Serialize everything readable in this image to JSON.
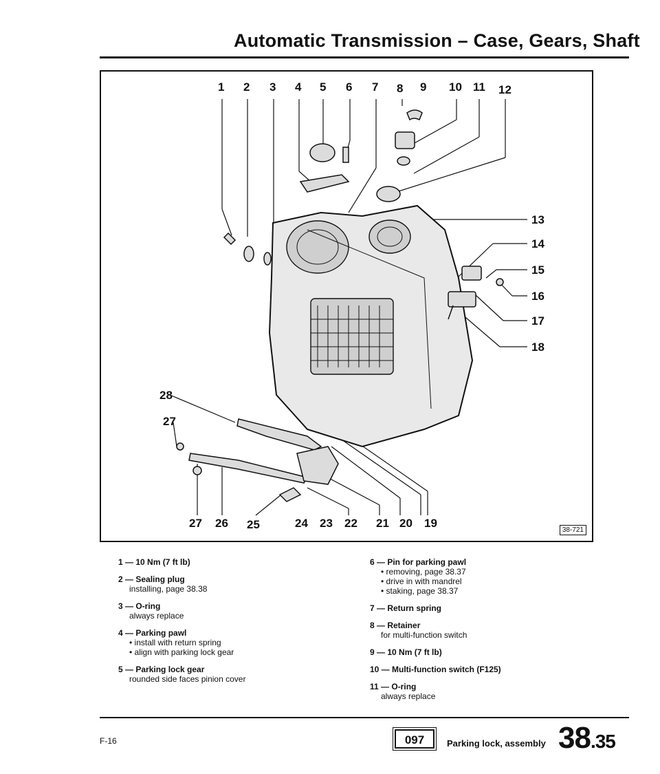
{
  "header": {
    "title": "Automatic Transmission – Case, Gears, Shaft"
  },
  "figure": {
    "figure_id": "38-721",
    "callouts": [
      "1",
      "2",
      "3",
      "4",
      "5",
      "6",
      "7",
      "8",
      "9",
      "10",
      "11",
      "12",
      "13",
      "14",
      "15",
      "16",
      "17",
      "18",
      "19",
      "20",
      "21",
      "22",
      "23",
      "24",
      "25",
      "26",
      "27",
      "27",
      "28"
    ]
  },
  "legend": {
    "left": [
      {
        "head": "1 — 10 Nm (7 ft lb)",
        "lines": []
      },
      {
        "head": "2 — Sealing plug",
        "lines": [
          "installing, page 38.38"
        ]
      },
      {
        "head": "3 — O-ring",
        "lines": [
          "always replace"
        ]
      },
      {
        "head": "4 — Parking pawl",
        "lines": [
          "install with return spring",
          "align with parking lock gear"
        ],
        "bullets": true
      },
      {
        "head": "5 — Parking lock gear",
        "lines": [
          "rounded side faces pinion cover"
        ]
      }
    ],
    "right": [
      {
        "head": "6 — Pin for parking pawl",
        "lines": [
          "removing, page 38.37",
          "drive in with mandrel",
          "staking, page 38.37"
        ],
        "bullets": true
      },
      {
        "head": "7 — Return spring",
        "lines": []
      },
      {
        "head": "8 — Retainer",
        "lines": [
          "for multi-function switch"
        ]
      },
      {
        "head": "9 — 10 Nm (7 ft lb)",
        "lines": []
      },
      {
        "head": "10 — Multi-function switch (F125)",
        "lines": []
      },
      {
        "head": "11 — O-ring",
        "lines": [
          "always replace"
        ]
      }
    ]
  },
  "footer": {
    "left_code": "F-16",
    "badge": "097",
    "section_label": "Parking lock, assembly",
    "page_main": "38",
    "page_sub": ".35"
  }
}
